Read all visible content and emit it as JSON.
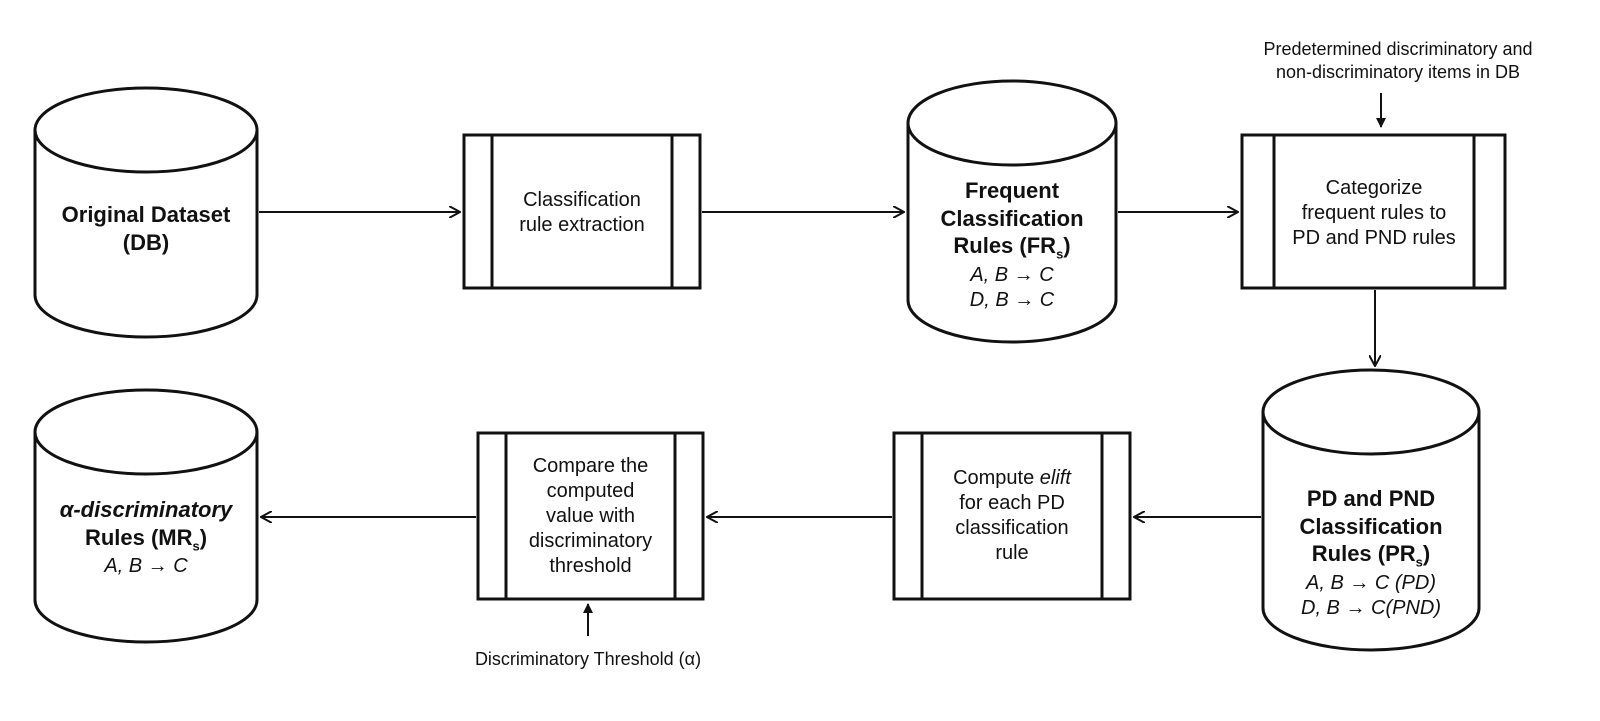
{
  "nodes": {
    "original_dataset": {
      "line1": "Original Dataset",
      "line2": "(DB)"
    },
    "extraction": {
      "line1": "Classification",
      "line2": "rule extraction"
    },
    "frequent_rules": {
      "line1": "Frequent",
      "line2": "Classification",
      "line3": "Rules (FR",
      "line3_sub": "s",
      "line3_end": ")",
      "rule1": "A, B → C",
      "rule2": "D, B → C"
    },
    "categorize": {
      "line1": "Categorize",
      "line2": "frequent rules to",
      "line3": "PD and PND rules"
    },
    "pd_pnd_rules": {
      "line1": "PD and PND",
      "line2": "Classification",
      "line3": "Rules (PR",
      "line3_sub": "s",
      "line3_end": ")",
      "rule1": "A, B → C (PD)",
      "rule2": "D, B → C(PND)"
    },
    "compute_elift": {
      "line1a": "Compute ",
      "line1b": "elift",
      "line2": "for each PD",
      "line3": "classification",
      "line4": "rule"
    },
    "compare": {
      "line1": "Compare  the",
      "line2": "computed",
      "line3": "value with",
      "line4": "discriminatory",
      "line5": "threshold"
    },
    "alpha_rules": {
      "line1": "α-discriminatory",
      "line2": "Rules (MR",
      "line2_sub": "s",
      "line2_end": ")",
      "rule1": "A, B → C"
    }
  },
  "annotations": {
    "predetermined_line1": "Predetermined discriminatory  and",
    "predetermined_line2": "non-discriminatory items in DB",
    "threshold": "Discriminatory Threshold (α)"
  }
}
